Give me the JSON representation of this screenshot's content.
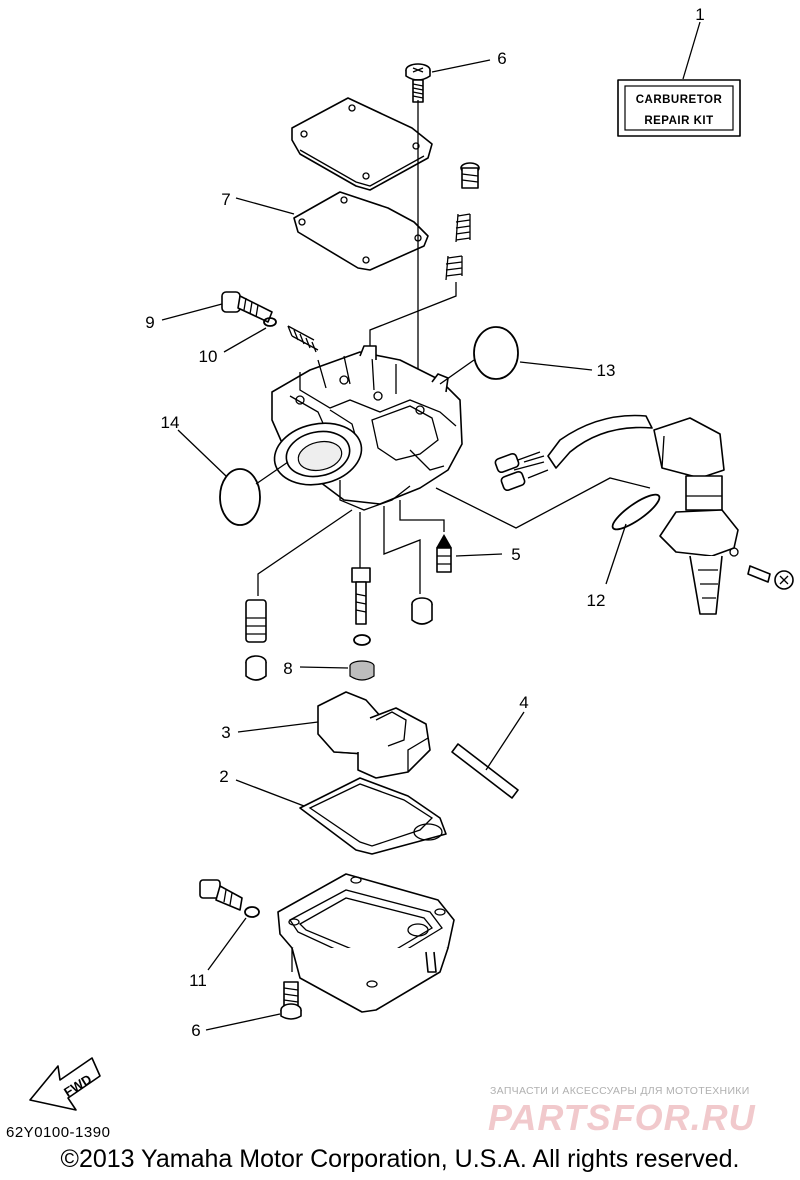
{
  "kit_box": {
    "line1": "CARBURETOR",
    "line2": "REPAIR KIT"
  },
  "callouts": {
    "c1": "1",
    "c2": "2",
    "c3": "3",
    "c4": "4",
    "c5": "5",
    "c6_top": "6",
    "c6_bottom": "6",
    "c7": "7",
    "c8": "8",
    "c9": "9",
    "c10": "10",
    "c11": "11",
    "c12": "12",
    "c13": "13",
    "c14": "14"
  },
  "fwd_label": "FWD",
  "doc_code": "62Y0100-1390",
  "copyright": "©2013 Yamaha Motor Corporation, U.S.A. All rights reserved.",
  "watermark": {
    "tagline": "ЗАПЧАСТИ И АКСЕССУАРЫ ДЛЯ МОТОТЕХНИКИ",
    "logo": "PARTSFOR.RU",
    "color": "#f1c9cc"
  }
}
